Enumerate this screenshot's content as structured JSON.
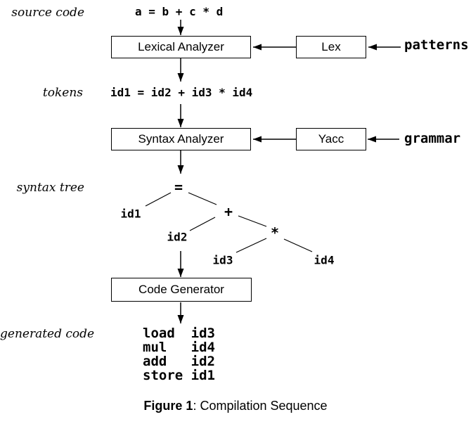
{
  "colors": {
    "ink": "#000000",
    "background": "#ffffff"
  },
  "diagram": {
    "row_labels": {
      "source_code": "source code",
      "tokens": "tokens",
      "syntax_tree": "syntax tree",
      "generated_code": "generated code"
    },
    "source_code_text": "a = b + c * d",
    "tokens_text": "id1 = id2 + id3 * id4",
    "boxes": {
      "lexical_analyzer": "Lexical Analyzer",
      "lex": "Lex",
      "syntax_analyzer": "Syntax Analyzer",
      "yacc": "Yacc",
      "code_generator": "Code Generator"
    },
    "inputs": {
      "patterns": "patterns",
      "grammar": "grammar"
    },
    "tree": {
      "assign": "=",
      "id1": "id1",
      "plus": "+",
      "id2": "id2",
      "star": "*",
      "id3": "id3",
      "id4": "id4"
    },
    "generated_code_lines": [
      "load  id3",
      "mul   id4",
      "add   id2",
      "store id1"
    ],
    "caption": {
      "label": "Figure 1",
      "rest": ": Compilation Sequence"
    }
  }
}
